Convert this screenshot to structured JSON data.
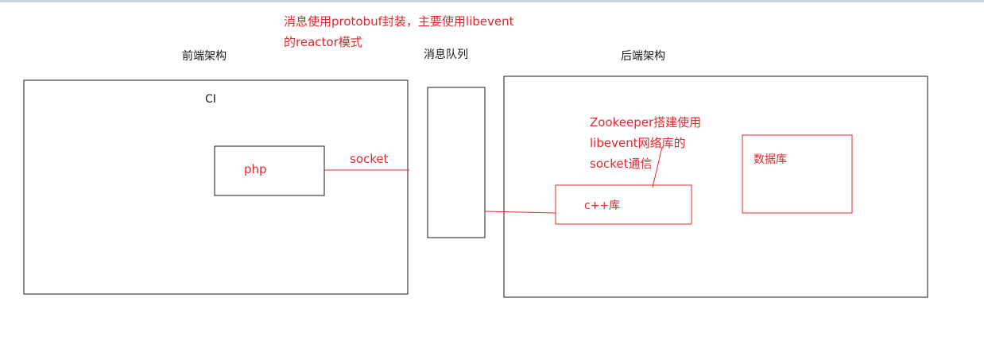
{
  "annotations": {
    "protobuf_line1": "消息使用protobuf封装，主要使用libevent",
    "protobuf_line2": "的reactor模式",
    "zookeeper_line1": "Zookeeper搭建使用",
    "zookeeper_line2": "libevent网络库的",
    "zookeeper_line3": "socket通信"
  },
  "sections": {
    "frontend_title": "前端架构",
    "queue_title": "消息队列",
    "backend_title": "后端架构"
  },
  "frontend": {
    "framework_label": "CI",
    "php_label": "php"
  },
  "connection": {
    "socket_label": "socket"
  },
  "backend": {
    "cpp_label": "c++库",
    "database_label": "数据库"
  },
  "colors": {
    "black_stroke": "#1a1a1a",
    "red_stroke": "#e0282e",
    "top_strip": "#cdd3de"
  }
}
